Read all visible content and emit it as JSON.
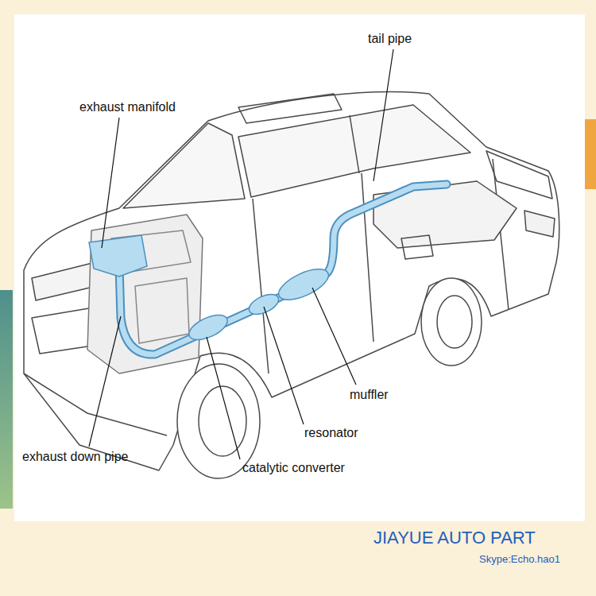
{
  "diagram": {
    "labels": [
      "tail pipe",
      "exhaust manifold",
      "muffler",
      "resonator",
      "exhaust down pipe",
      "catalytic converter",
      "JIAYUE AUTO PART",
      "Skype:Echo.hao1"
    ]
  }
}
